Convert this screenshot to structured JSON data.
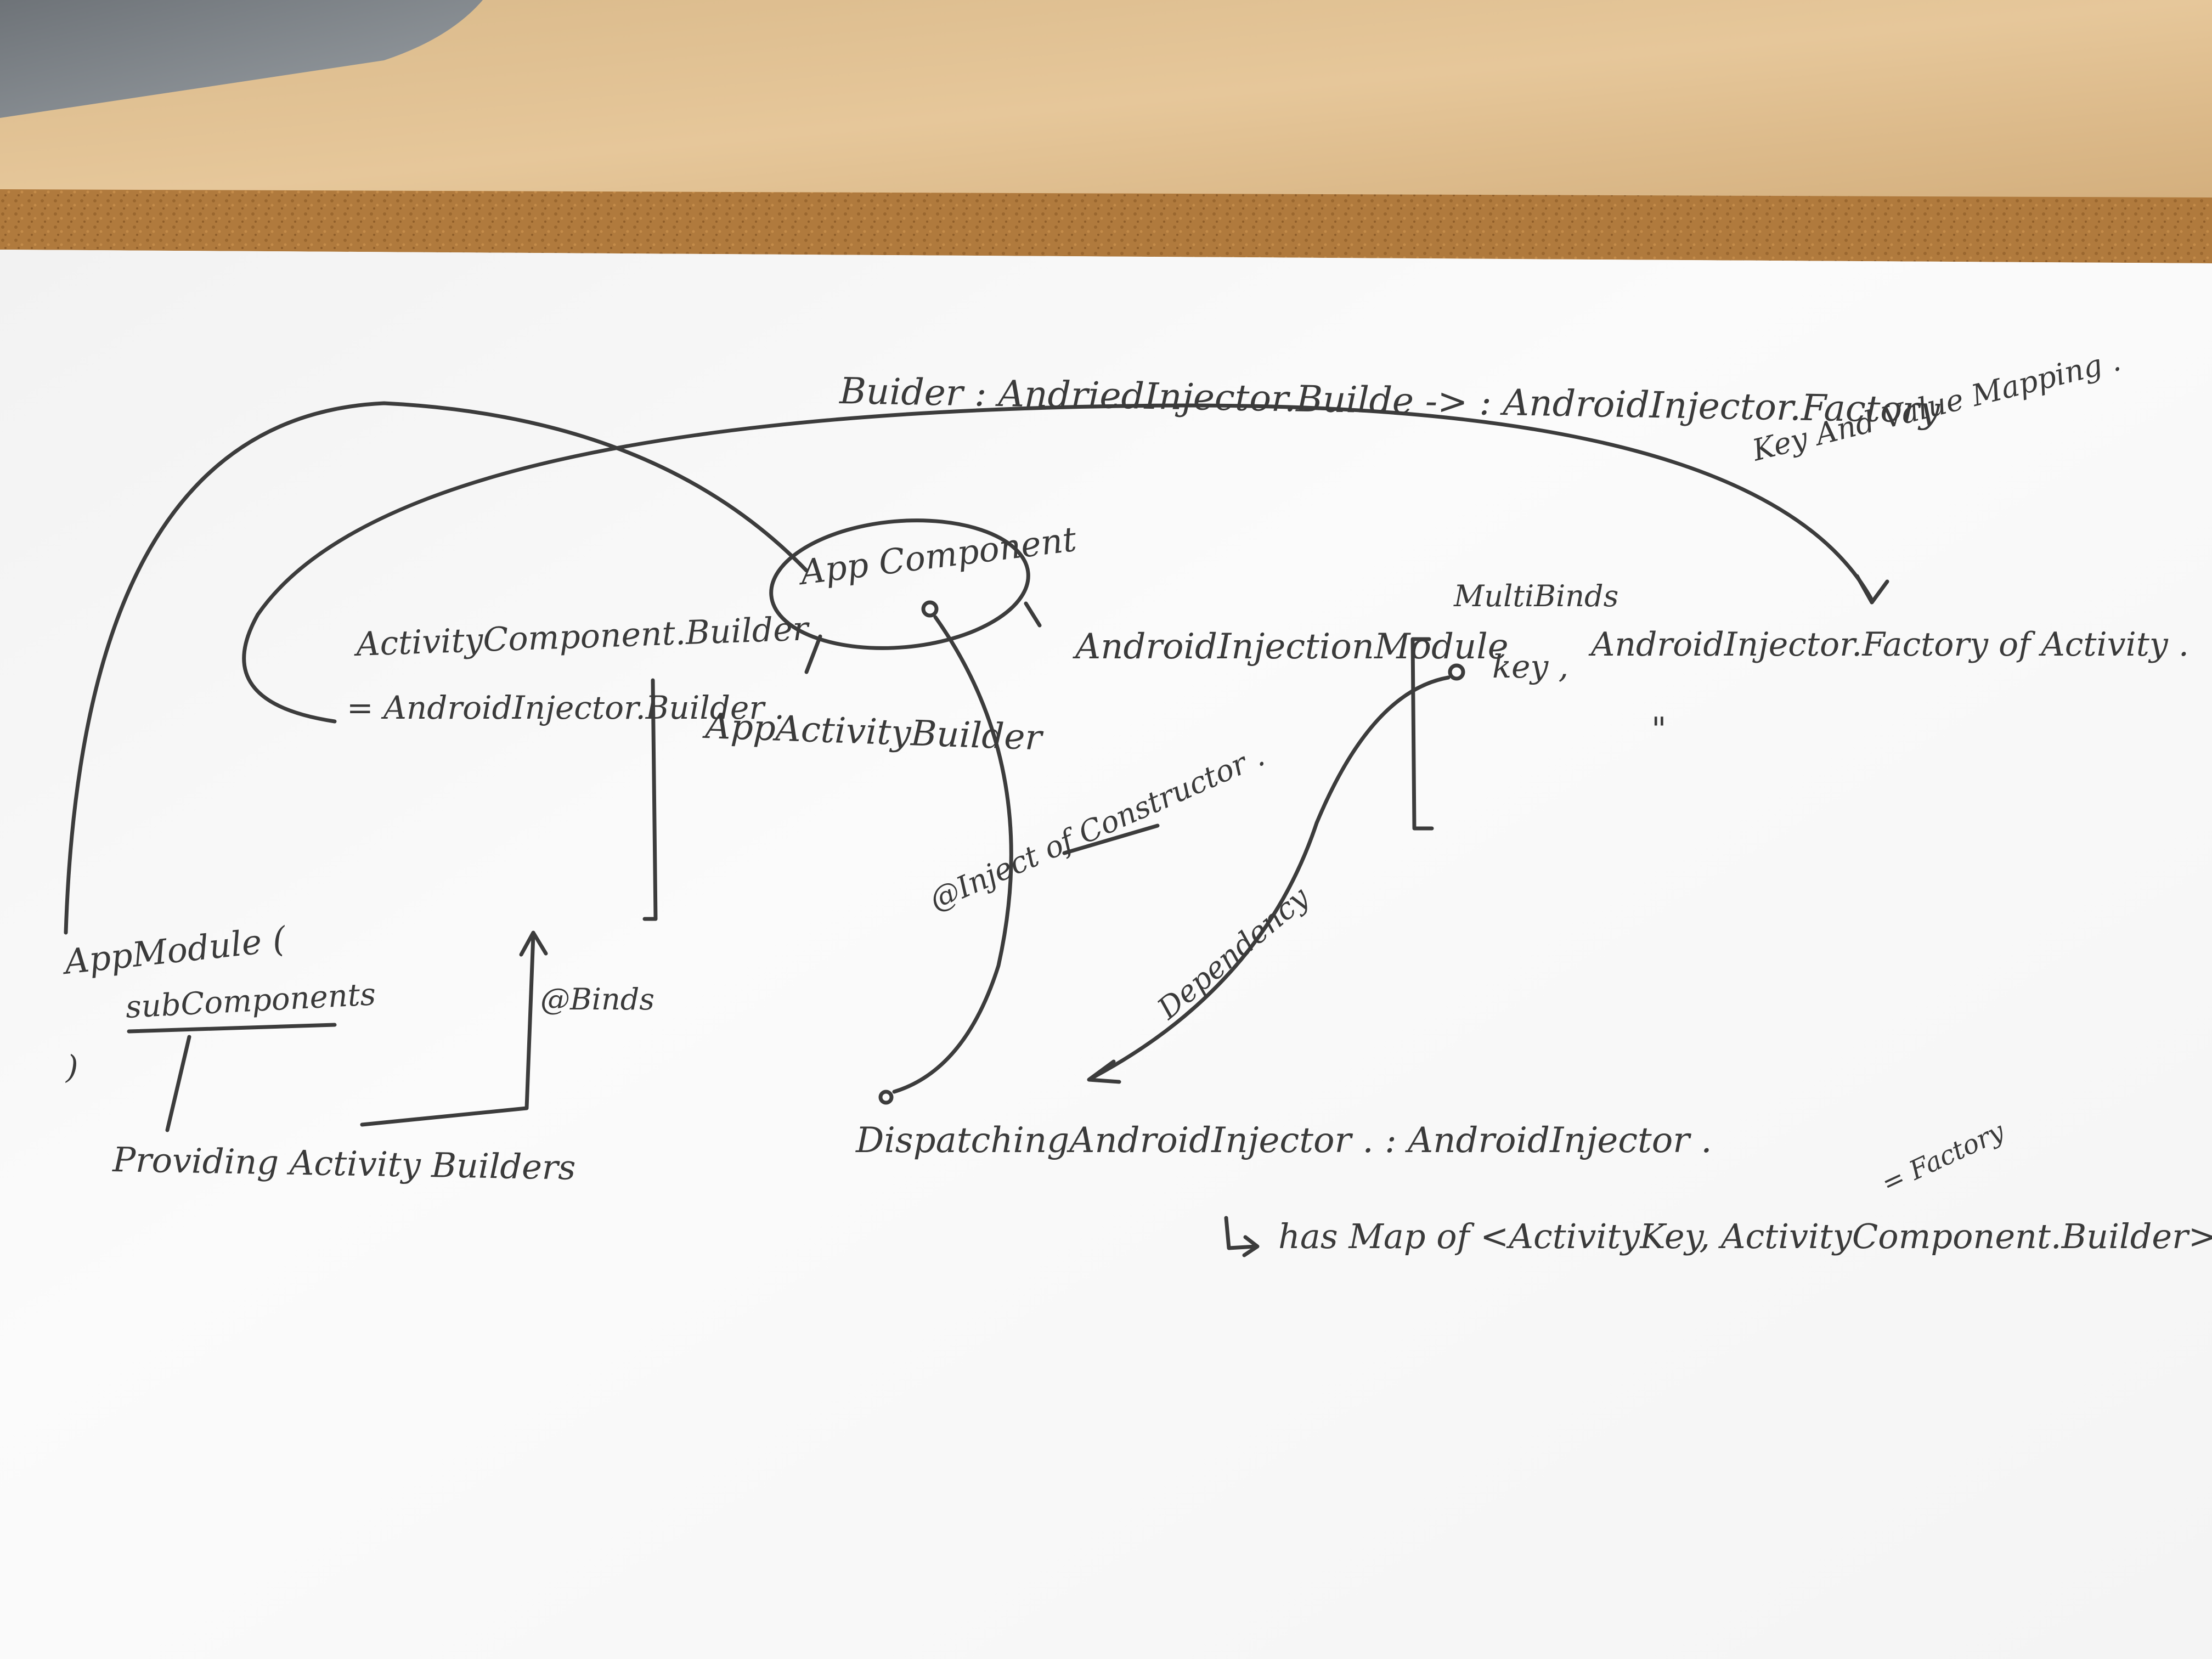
{
  "photo": {
    "subject": "pencil diagram on paper"
  },
  "labels": {
    "builder_line": "Buider : AndriedInjector.Builde -> : AndroidInjector.Factory",
    "key_value_mapping": "Key And Value Mapping .",
    "app_component": "App Component",
    "activity_component_builder": "ActivityComponent.Builder",
    "android_injector_builder": "= AndroidInjector.Builder .",
    "app_activity_builder": "AppActivityBuilder",
    "android_injection_module": "AndroidInjectionModule",
    "multi_binds": "MultiBinds",
    "key": "key ,",
    "injector_factory_of_activity": "AndroidInjector.Factory of Activity .",
    "ditto_mark": "\"",
    "app_module": "AppModule (",
    "sub_components": "subComponents",
    "close_paren": ")",
    "binds": "@Binds",
    "inject_of_constructor": "@Inject of Constructor .",
    "dependency": "Dependency",
    "providing_activity_builders": "Providing Activity Builders",
    "dispatching_android_injector": "DispatchingAndroidInjector . : AndroidInjector .",
    "factory_note": "= Factory",
    "has_map_of": "has Map of <ActivityKey, ActivityComponent.Builder>"
  }
}
